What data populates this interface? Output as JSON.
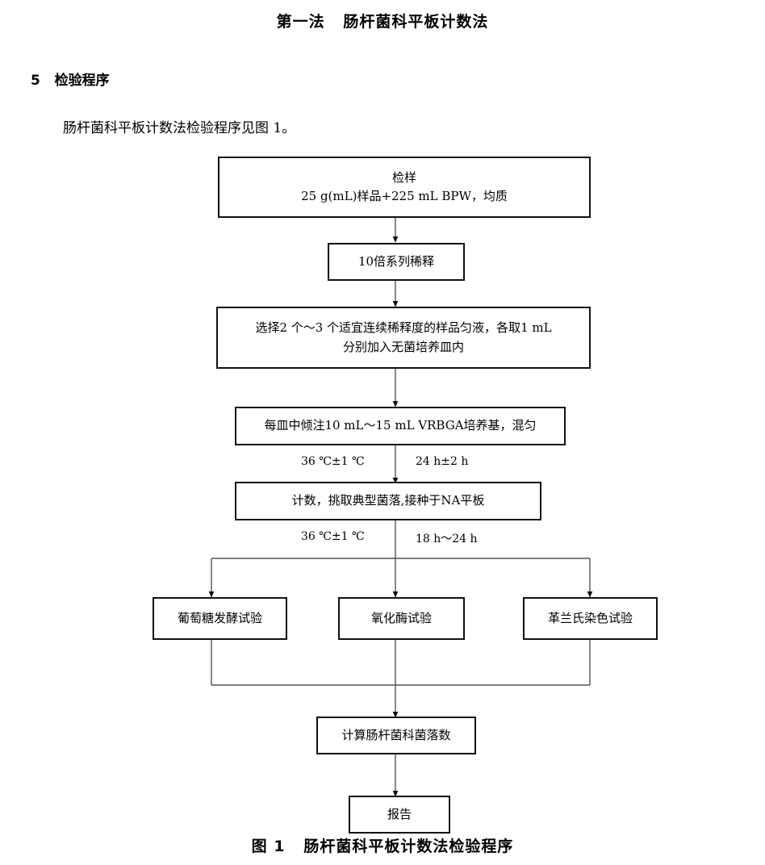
{
  "document": {
    "title": "第一法   肠杆菌科平板计数法",
    "section_heading": "5   检验程序",
    "intro_paragraph": "肠杆菌科平板计数法检验程序见图 1。",
    "figure_caption": "图 1   肠杆菌科平板计数法检验程序"
  },
  "flowchart": {
    "nodes": {
      "sample": {
        "line1": "检样",
        "line2": "25 g(mL)样品+225 mL BPW，均质"
      },
      "dilution": {
        "line1": "10倍系列稀释"
      },
      "plating": {
        "line1": "选择2 个～3 个适宜连续稀释度的样品匀液，各取1 mL",
        "line2": "分别加入无菌培养皿内"
      },
      "pour_medium": {
        "line1": "每皿中倾注10 mL～15 mL VRBGA培养基，混匀"
      },
      "count_pick": {
        "line1": "计数，挑取典型菌落,接种于NA平板"
      },
      "glucose_test": {
        "line1": "葡萄糖发酵试验"
      },
      "oxidase_test": {
        "line1": "氧化酶试验"
      },
      "gram_stain_test": {
        "line1": "革兰氏染色试验"
      },
      "calculate": {
        "line1": "计算肠杆菌科菌落数"
      },
      "report": {
        "line1": "报告"
      }
    },
    "edge_labels": {
      "incubation1_temp": "36 ℃±1 ℃",
      "incubation1_time": "24 h±2 h",
      "incubation2_temp": "36 ℃±1 ℃",
      "incubation2_time": "18 h～24 h"
    }
  },
  "colors": {
    "line": "#111111",
    "connector": "#555555",
    "background": "#ffffff",
    "text": "#000000"
  }
}
